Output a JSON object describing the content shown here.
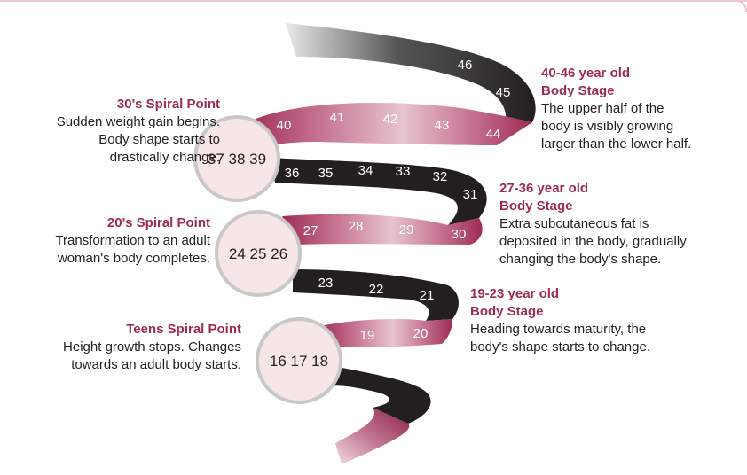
{
  "colors": {
    "accent": "#9e2b55",
    "dark_band": "#231f20",
    "pink_band": "#d9a7b6",
    "circle_fill": "#f6e6e6",
    "circle_border": "#c8c8c8"
  },
  "spiral_points": [
    {
      "title": "30's Spiral Point",
      "desc": [
        "Sudden weight gain begins.",
        "Body shape starts to",
        "drastically change."
      ],
      "circle": "37 38 39"
    },
    {
      "title": "20's Spiral Point",
      "desc": [
        "Transformation to an adult",
        "woman's body completes."
      ],
      "circle": "24 25 26"
    },
    {
      "title": "Teens Spiral Point",
      "desc": [
        "Height growth stops. Changes",
        "towards an adult body starts."
      ],
      "circle": "16 17 18"
    }
  ],
  "body_stages": [
    {
      "title": [
        "40-46 year old",
        "Body Stage"
      ],
      "desc": [
        "The upper half of the",
        "body is visibly growing",
        "larger than the lower half."
      ]
    },
    {
      "title": [
        "27-36 year old",
        "Body Stage"
      ],
      "desc": [
        "Extra subcutaneous fat is",
        "deposited in the body, gradually",
        "changing the body's shape."
      ]
    },
    {
      "title": [
        "19-23 year old",
        "Body Stage"
      ],
      "desc": [
        "Heading towards maturity, the",
        "body's shape starts to change."
      ]
    }
  ],
  "ages": [
    "46",
    "45",
    "40",
    "41",
    "42",
    "43",
    "44",
    "36",
    "35",
    "34",
    "33",
    "32",
    "31",
    "27",
    "28",
    "29",
    "30",
    "23",
    "22",
    "21",
    "19",
    "20"
  ]
}
